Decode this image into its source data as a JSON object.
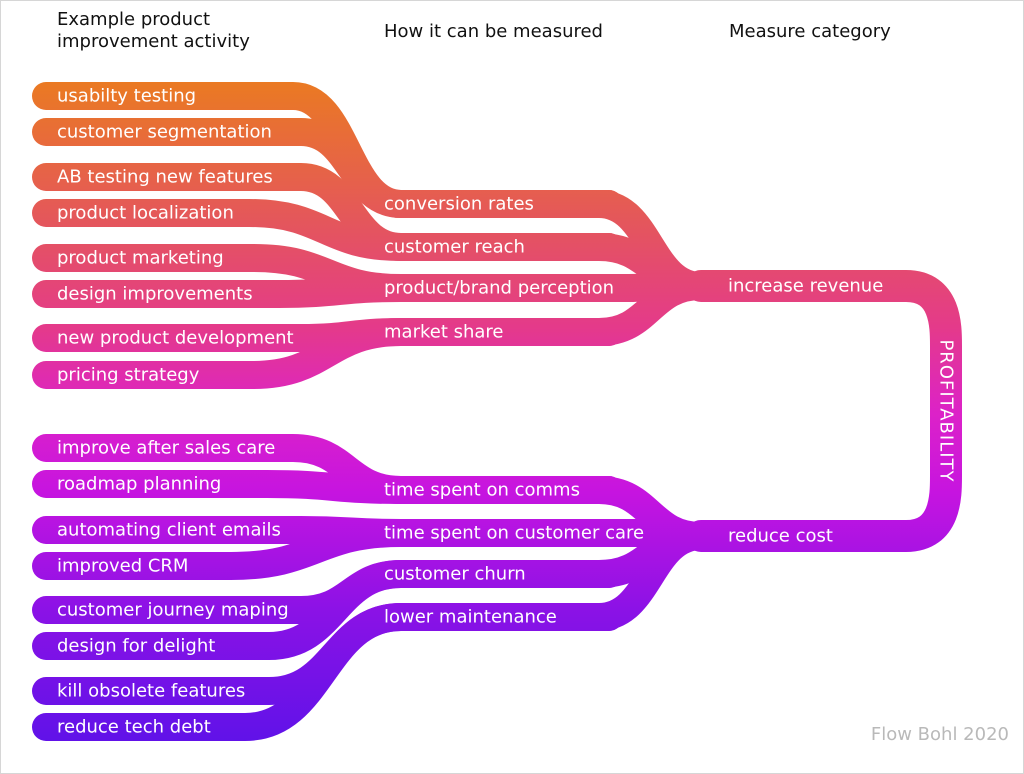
{
  "headers": {
    "activity": "Example product\nimprovement activity",
    "measured": "How it can be measured",
    "category": "Measure category"
  },
  "activities": [
    "usabilty testing",
    "customer segmentation",
    "AB testing new features",
    "product localization",
    "product marketing",
    "design improvements",
    "new product development",
    "pricing strategy",
    "improve after sales care",
    "roadmap planning",
    "automating client emails",
    "improved CRM",
    "customer journey maping",
    "design for delight",
    "kill obsolete features",
    "reduce tech debt"
  ],
  "measures": [
    "conversion rates",
    "customer reach",
    "product/brand perception",
    "market share",
    "time spent on comms",
    "time spent on customer care",
    "customer churn",
    "lower maintenance"
  ],
  "categories": [
    "increase revenue",
    "reduce cost"
  ],
  "goal": "PROFITABILITY",
  "credit": "Flow Bohl 2020",
  "colors": {
    "gradient_top": "#ea7a22",
    "gradient_mid": "#e43a8a",
    "gradient_magenta": "#d316d9",
    "gradient_bottom": "#5f12e8"
  }
}
